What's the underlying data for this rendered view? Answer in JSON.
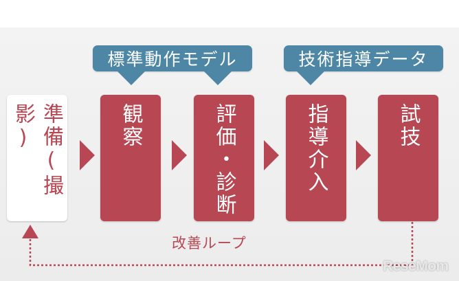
{
  "tags": [
    {
      "label": "標準動作モデル"
    },
    {
      "label": "技術指導データ"
    }
  ],
  "steps": [
    {
      "label": "準備(撮影)"
    },
    {
      "label": "観察"
    },
    {
      "label": "評価・診断"
    },
    {
      "label": "指導介入"
    },
    {
      "label": "試技"
    }
  ],
  "loop": {
    "label": "改善ループ"
  },
  "logo": {
    "text": "ReseMom"
  },
  "colors": {
    "tag": "#4e87a6",
    "step": "#b64753",
    "background": "#efefef"
  }
}
